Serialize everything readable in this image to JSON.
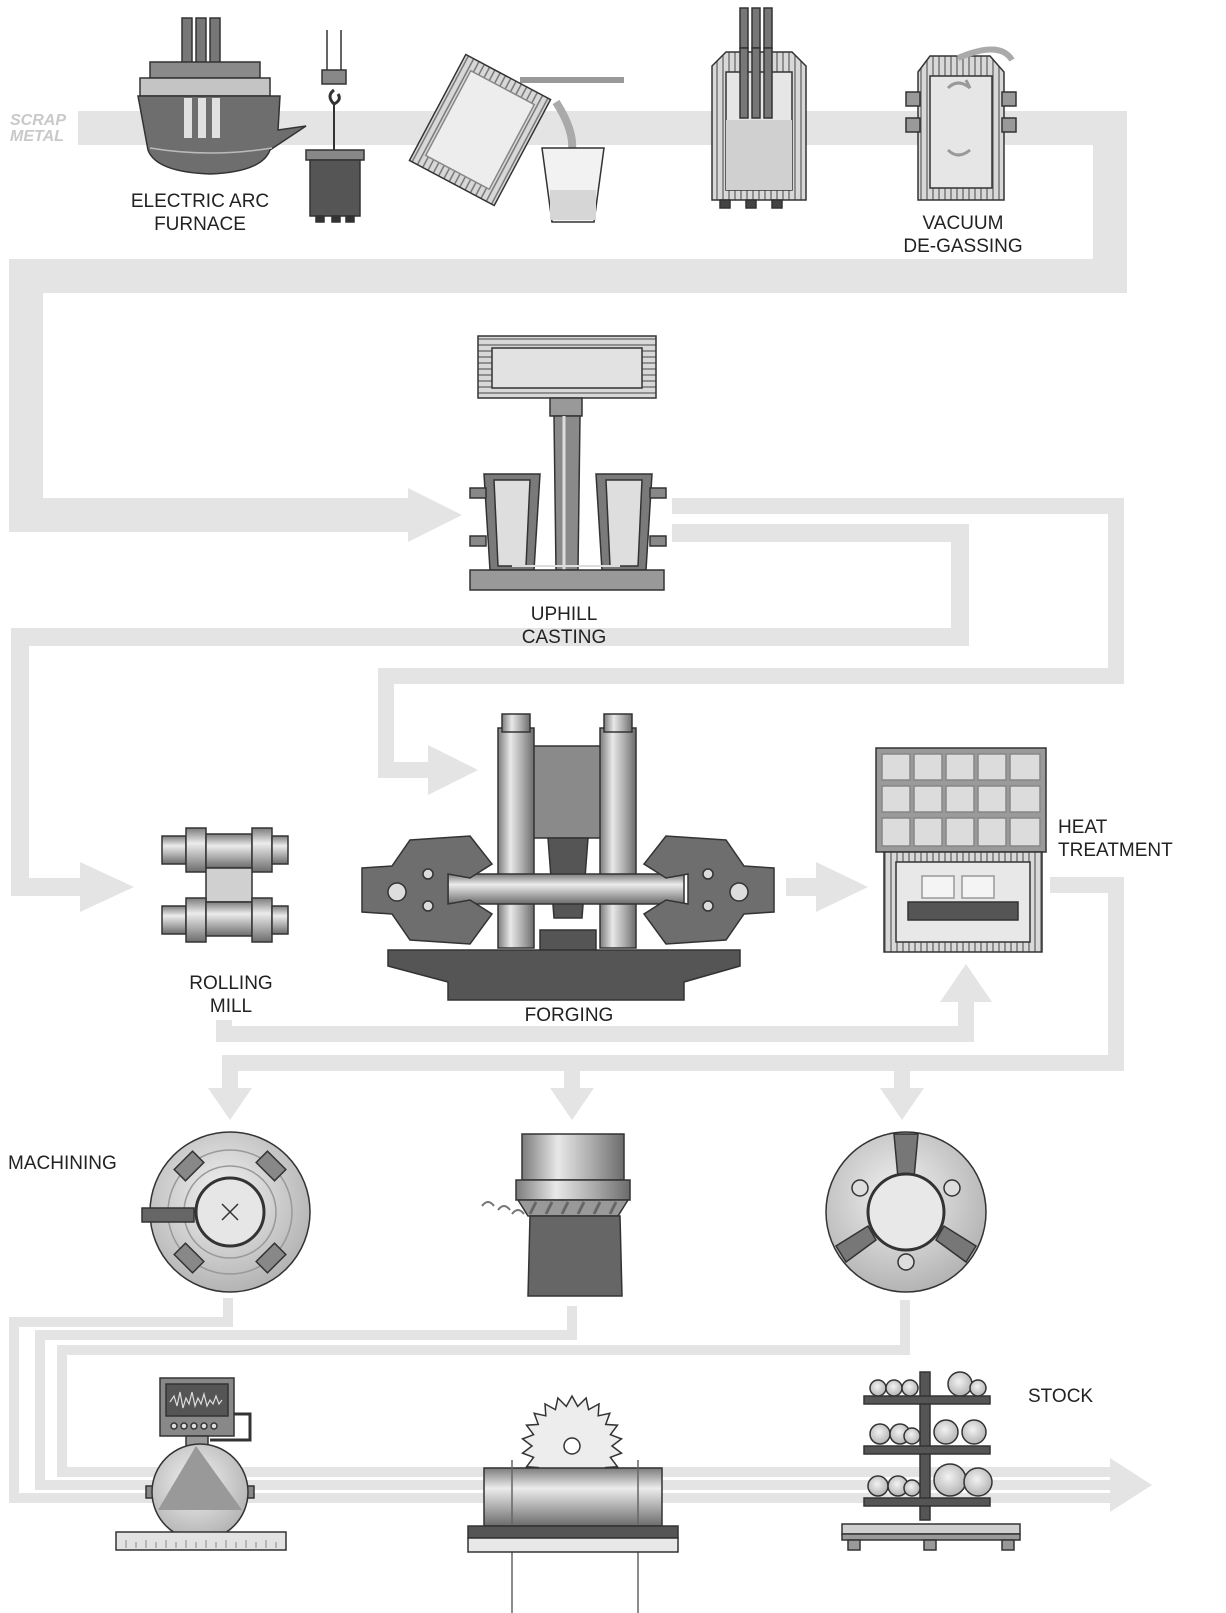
{
  "labels": {
    "scrap_line1": "SCRAP",
    "scrap_line2": "METAL",
    "eaf_line1": "ELECTRIC ARC",
    "eaf_line2": "FURNACE",
    "vacuum_line1": "VACUUM",
    "vacuum_line2": "DE-GASSING",
    "uphill_line1": "UPHILL",
    "uphill_line2": "CASTING",
    "heat_line1": "HEAT",
    "heat_line2": "TREATMENT",
    "rolling_line1": "ROLLING",
    "rolling_line2": "MILL",
    "forging": "FORGING",
    "machining": "MACHINING",
    "stock": "STOCK"
  },
  "colors": {
    "flow": "#e4e4e4",
    "flow_dark": "#d8d8d8",
    "metal_dark": "#555555",
    "metal_mid": "#8a8a8a",
    "metal_light": "#c4c4c4",
    "label": "#222222"
  }
}
